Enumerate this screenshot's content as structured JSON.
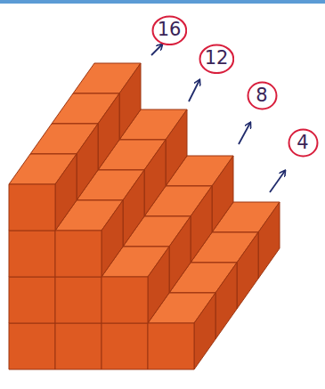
{
  "diagram": {
    "nodes": [
      {
        "text": [
          "16"
        ]
      },
      {
        "text": [
          "12"
        ]
      },
      {
        "text": [
          "8"
        ]
      },
      {
        "text": [
          "4"
        ]
      }
    ]
  }
}
